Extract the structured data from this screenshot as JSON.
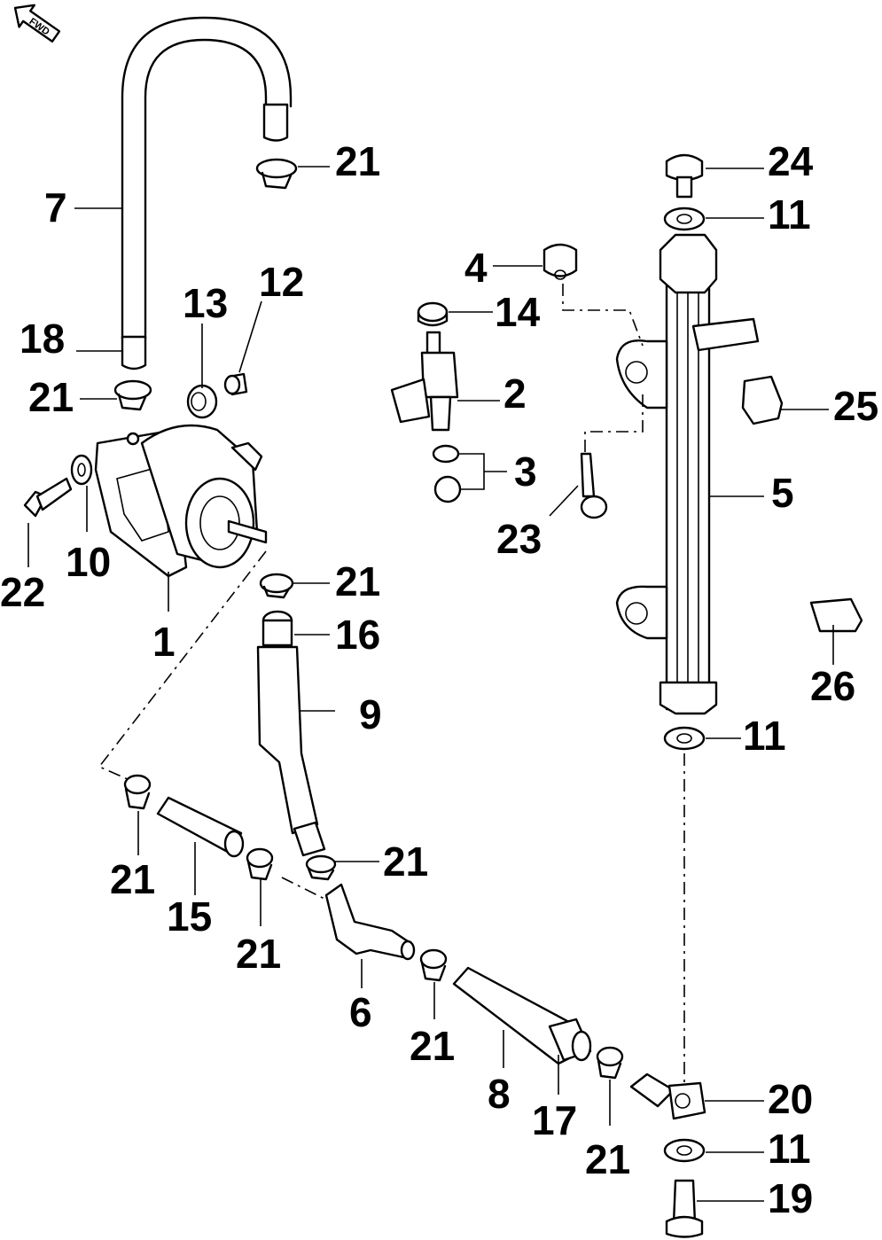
{
  "diagram": {
    "fwd_arrow_text": "FWD",
    "labels": {
      "p1": "1",
      "p2": "2",
      "p3": "3",
      "p4": "4",
      "p5": "5",
      "p6": "6",
      "p7": "7",
      "p8": "8",
      "p9": "9",
      "p10": "10",
      "p11a": "11",
      "p11b": "11",
      "p11c": "11",
      "p12": "12",
      "p13": "13",
      "p14": "14",
      "p15": "15",
      "p16": "16",
      "p17": "17",
      "p18": "18",
      "p19": "19",
      "p20": "20",
      "p21a": "21",
      "p21b": "21",
      "p21c": "21",
      "p21d": "21",
      "p21e": "21",
      "p21f": "21",
      "p21g": "21",
      "p21h": "21",
      "p22": "22",
      "p23": "23",
      "p24": "24",
      "p25": "25",
      "p26": "26"
    }
  }
}
